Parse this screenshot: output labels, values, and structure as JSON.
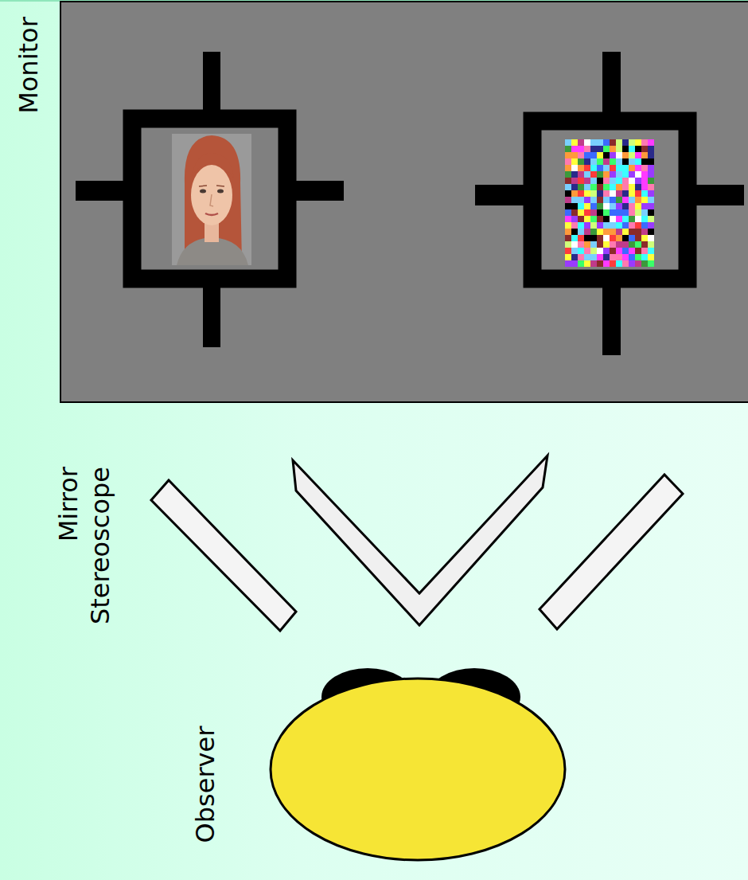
{
  "diagram": {
    "labels": [
      "Monitor",
      "Mirror Stereoscope",
      "Observer"
    ]
  }
}
